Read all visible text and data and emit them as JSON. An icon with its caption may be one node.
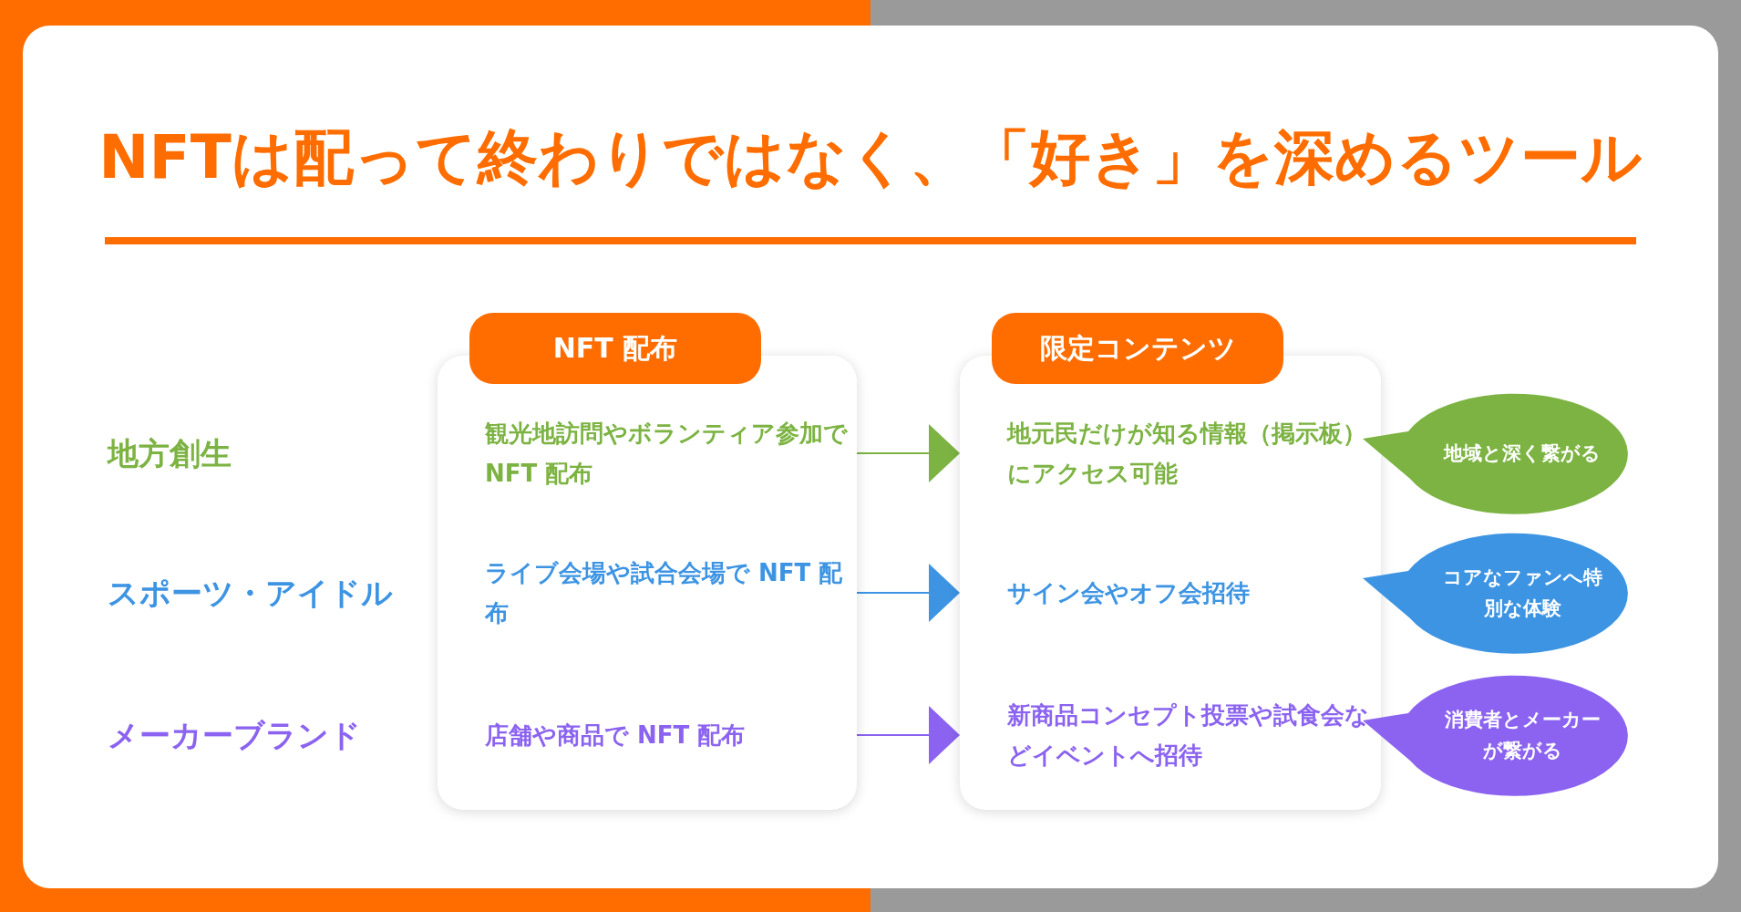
{
  "diagram": {
    "title": "NFTは配って終わりではなく、「好き」を深めるツール",
    "nodes": [
      {
        "text": [
          "NFT 配布"
        ]
      },
      {
        "text": [
          "観光地訪問やボランティア参加で NFT 配布"
        ],
        "in": 0
      },
      {
        "text": [
          "ライブ会場や試合会場で NFT 配布"
        ],
        "in": 0
      },
      {
        "text": [
          "店舗や商品で NFT 配布"
        ],
        "in": 0
      },
      {
        "text": [
          "限定コンテンツ"
        ]
      },
      {
        "text": [
          "地元民だけが知る情報（掲示板）にアクセス可能"
        ],
        "in": 4
      },
      {
        "text": [
          "サイン会やオフ会招待"
        ],
        "in": 4
      },
      {
        "text": [
          "新商品コンセプト投票や試食会などイベントへ招待"
        ],
        "in": 4
      },
      {
        "text": [
          "地域と深く繋がる"
        ]
      },
      {
        "text": [
          "コアなファンへ特別な体験"
        ]
      },
      {
        "text": [
          "消費者とメーカーが繋がる"
        ]
      }
    ],
    "edges": [
      {
        "from": 1,
        "to": 5,
        "arrow": "to",
        "color": "#7cb342"
      },
      {
        "from": 2,
        "to": 6,
        "arrow": "to",
        "color": "#3d94e3"
      },
      {
        "from": 3,
        "to": 7,
        "arrow": "to",
        "color": "#8b63f0"
      }
    ],
    "labels": [
      "地方創生",
      "スポーツ・アイドル",
      "メーカーブランド"
    ]
  }
}
